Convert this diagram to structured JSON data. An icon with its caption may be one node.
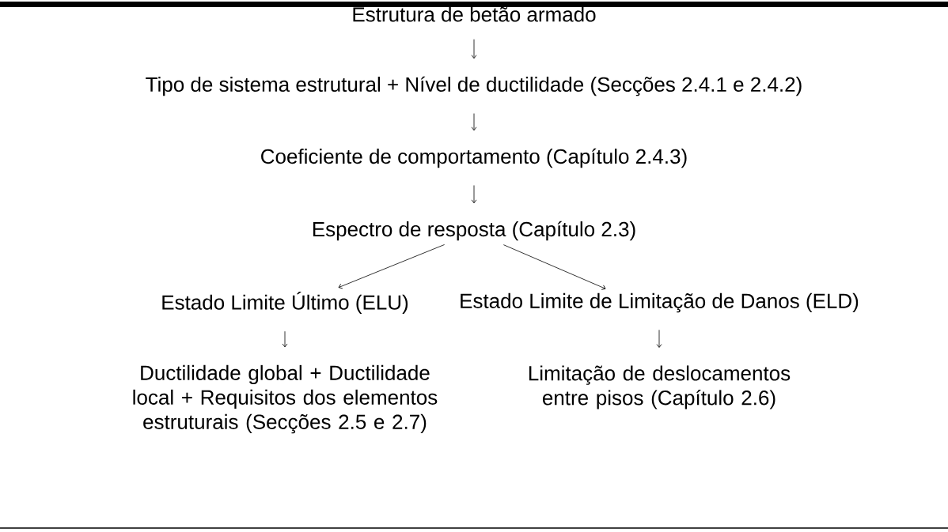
{
  "diagram": {
    "nodes": [
      {
        "text": [
          "Estrutura de betão armado"
        ]
      },
      {
        "text": [
          "Tipo de sistema estrutural + Nível de ductilidade (Secções 2.4.1 e 2.4.2)"
        ]
      },
      {
        "text": [
          "Coeficiente de comportamento (Capítulo 2.4.3)"
        ]
      },
      {
        "text": [
          "Espectro de resposta (Capítulo 2.3)"
        ]
      },
      {
        "text": [
          "Estado Limite Último (ELU)"
        ]
      },
      {
        "text": [
          "Estado Limite de Limitação de Danos (ELD)"
        ]
      },
      {
        "text": [
          "Ductilidade global + Ductilidade local + Requisitos dos elementos estruturais (Secções 2.5 e 2.7)"
        ]
      },
      {
        "text": [
          "Limitação de deslocamentos entre pisos (Capítulo 2.6)"
        ]
      }
    ],
    "edges": [
      {
        "from": 0,
        "to": 1,
        "arrow": "to"
      },
      {
        "from": 1,
        "to": 2,
        "arrow": "to"
      },
      {
        "from": 2,
        "to": 3,
        "arrow": "to"
      },
      {
        "from": 3,
        "to": 4,
        "arrow": "to"
      },
      {
        "from": 3,
        "to": 5,
        "arrow": "to"
      },
      {
        "from": 4,
        "to": 6,
        "arrow": "to"
      },
      {
        "from": 5,
        "to": 7,
        "arrow": "to"
      }
    ]
  }
}
